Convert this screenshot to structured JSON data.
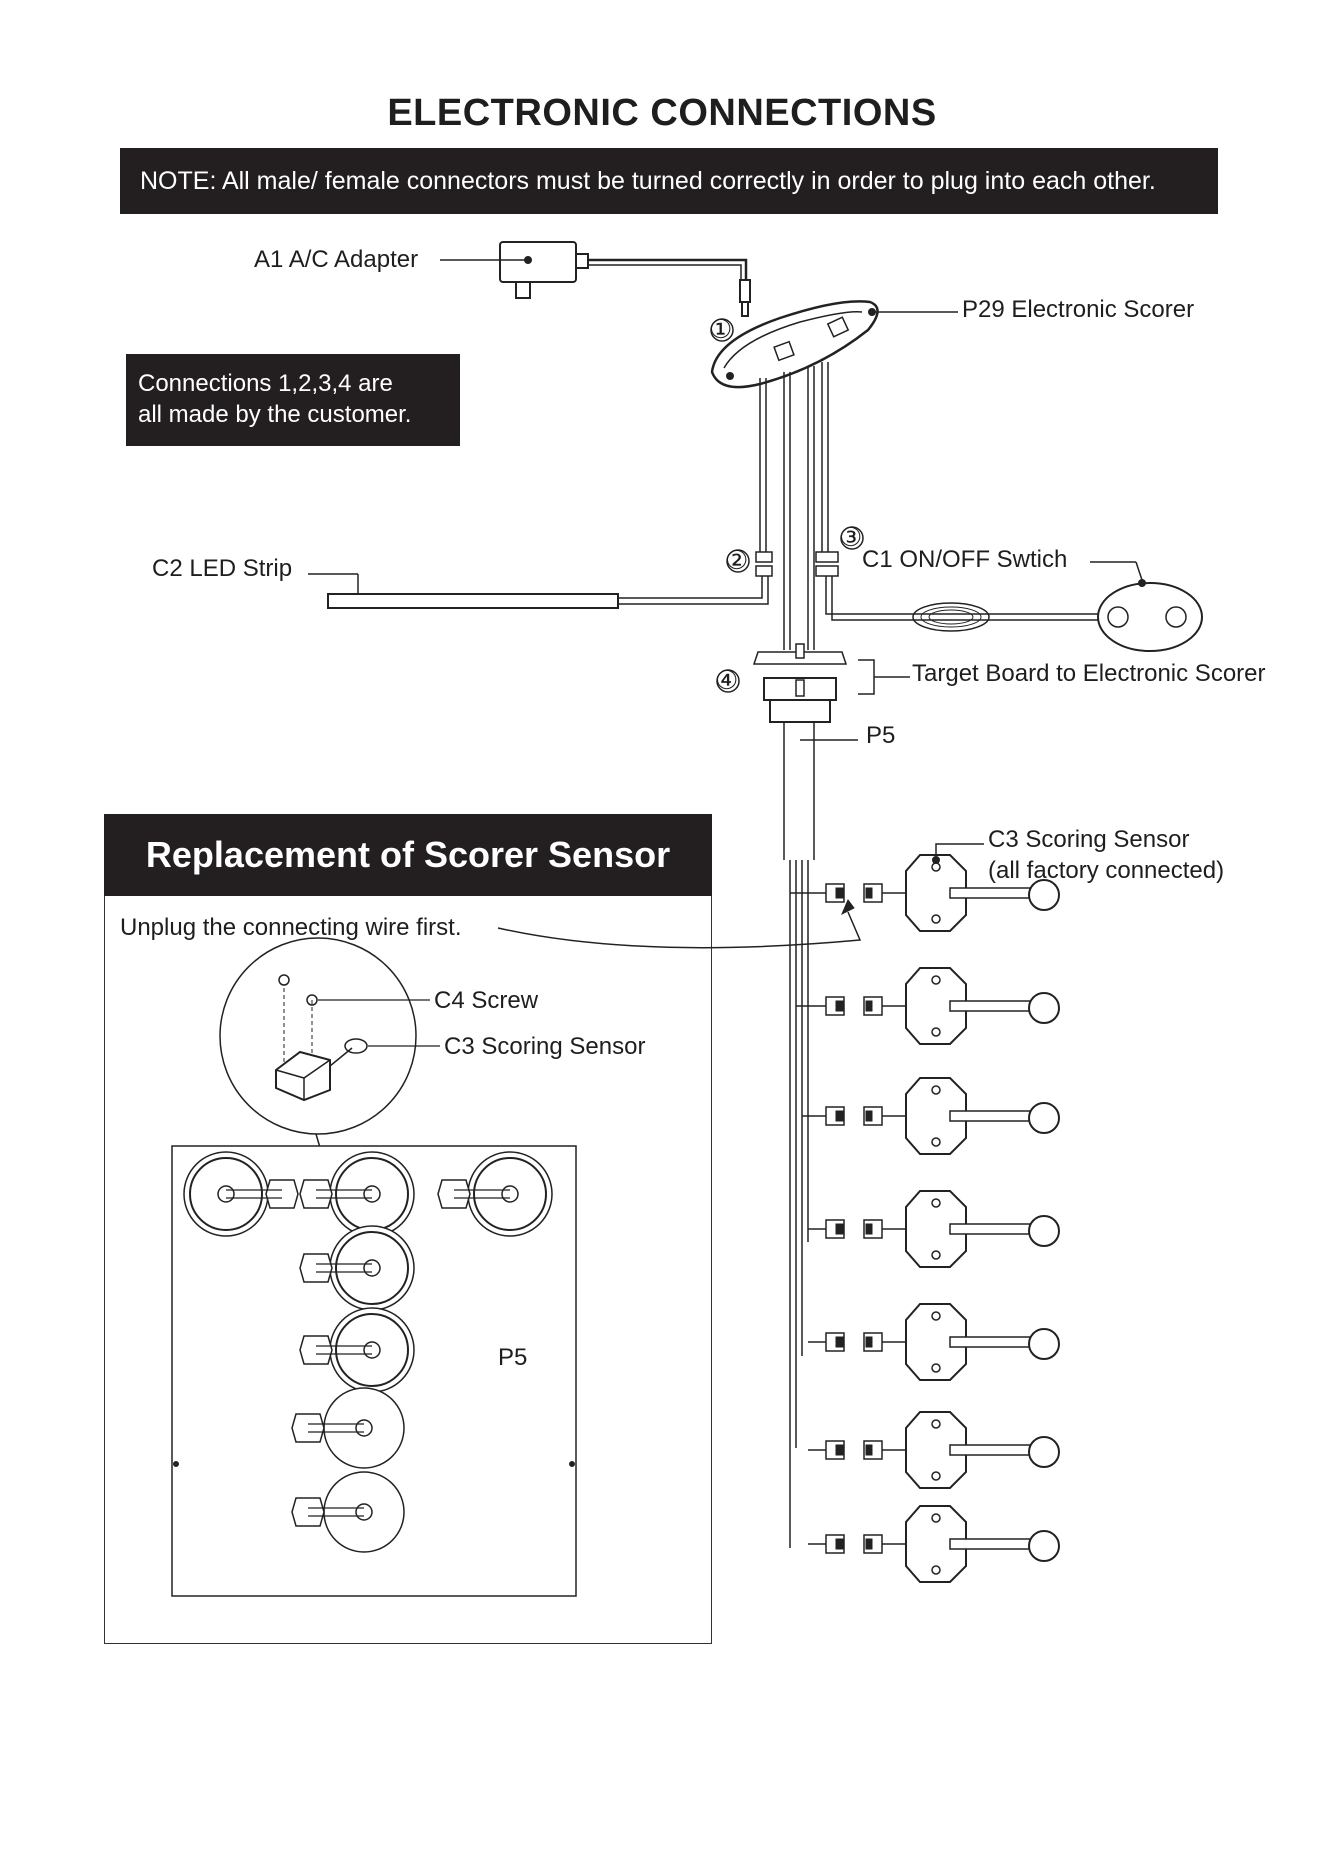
{
  "title": "ELECTRONIC CONNECTIONS",
  "note": "NOTE:  All male/ female connectors must be turned correctly in order to plug into each other.",
  "customer_note": {
    "line1": "Connections 1,2,3,4 are",
    "line2": "all made by the customer."
  },
  "labels": {
    "adapter": "A1 A/C Adapter",
    "scorer": "P29 Electronic Scorer",
    "led_strip": "C2 LED Strip",
    "switch": "C1 ON/OFF Swtich",
    "target_board": "Target Board to Electronic Scorer",
    "p5_top": "P5",
    "sensor_line1": "C3 Scoring Sensor",
    "sensor_line2": "(all factory connected)"
  },
  "connection_numbers": [
    "①",
    "②",
    "③",
    "④"
  ],
  "replacement": {
    "heading": "Replacement of Scorer Sensor",
    "instruction": "Unplug the connecting wire first.",
    "screw_label": "C4 Screw",
    "sensor_label": "C3 Scoring Sensor",
    "board_label": "P5"
  },
  "sensor_count": 7
}
